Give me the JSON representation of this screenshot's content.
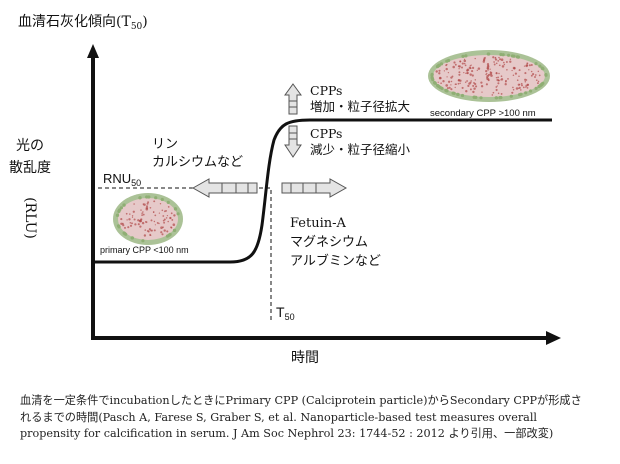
{
  "y_axis": {
    "title_main": "血清石灰化傾向(T",
    "title_sub": "50",
    "title_end": ")",
    "side_label_lines": [
      "光の",
      "散乱度",
      "(RLU)"
    ]
  },
  "x_axis": {
    "label": "時間"
  },
  "rnu": {
    "main": "RNU",
    "sub": "50"
  },
  "t50": {
    "main": "T",
    "sub": "50"
  },
  "particles": {
    "primary": "primary CPP <100 nm",
    "secondary": "secondary CPP >100 nm"
  },
  "promoters": {
    "lines": [
      "リン",
      "カルシウムなど"
    ]
  },
  "inhibitors": {
    "lines": [
      "Fetuin-A",
      "マグネシウム",
      "アルブミンなど"
    ]
  },
  "cpp_increase": {
    "lines": [
      "CPPs",
      "増加・粒子径拡大"
    ]
  },
  "cpp_decrease": {
    "lines": [
      "CPPs",
      "減少・粒子径縮小"
    ]
  },
  "caption": {
    "lines": [
      "血清を一定条件でincubationしたときにPrimary CPP (Calciprotein particle)からSecondary CPPが形成さ",
      "れるまでの時間(Pasch A, Farese S, Graber S, et al. Nanoparticle-based test measures overall",
      "propensity for calcification in serum. J Am Soc Nephrol 23: 1744-52 : 2012 より引用、一部改変)"
    ]
  },
  "colors": {
    "curve": "#111111",
    "arrow_outline": "#555555",
    "arrow_fill": "#e4e4e4",
    "particle_core": "#e6c9c9",
    "particle_dots": "#b04a4a",
    "particle_shell": "#8fae74"
  }
}
